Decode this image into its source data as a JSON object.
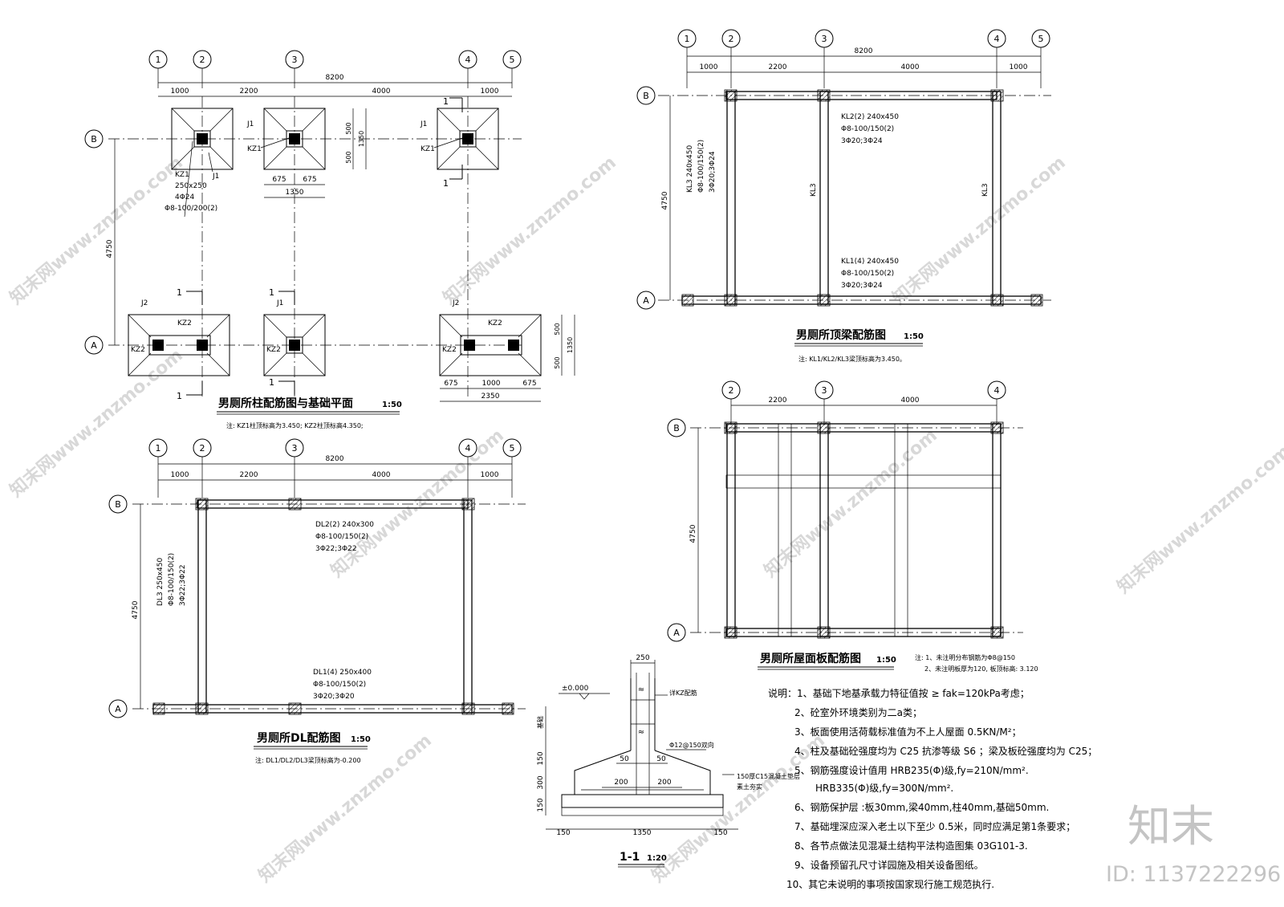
{
  "axes": {
    "n1": "1",
    "n2": "2",
    "n3": "3",
    "n4": "4",
    "n5": "5",
    "A": "A",
    "B": "B"
  },
  "dims": {
    "total": "8200",
    "d1000": "1000",
    "d2200": "2200",
    "d4000": "4000",
    "d4750": "4750",
    "d675": "675",
    "d1350": "1350",
    "d2350": "2350",
    "d500": "500",
    "d50": "50",
    "d150": "150",
    "d250": "250",
    "d200": "200",
    "d300": "300"
  },
  "plan1": {
    "title": "男厕所柱配筋图与基础平面",
    "scale": "1:50",
    "note": "注: KZ1柱顶标高为3.450; KZ2柱顶标高4.350;",
    "labels": {
      "J1": "J1",
      "J2": "J2",
      "KZ1": "KZ1",
      "KZ2": "KZ2",
      "sec": "1"
    },
    "kz1_spec": [
      "KZ1",
      "250x250",
      "4Φ24",
      "Φ8-100/200(2)"
    ]
  },
  "plan2": {
    "title": "男厕所顶梁配筋图",
    "scale": "1:50",
    "note": "注: KL1/KL2/KL3梁顶标高为3.450。",
    "kl2": [
      "KL2(2) 240x450",
      "Φ8-100/150(2)",
      "3Φ20;3Φ24"
    ],
    "kl1": [
      "KL1(4) 240x450",
      "Φ8-100/150(2)",
      "3Φ20;3Φ24"
    ],
    "kl3": [
      "KL3 240x450",
      "Φ8-100/150(2)",
      "3Φ20;3Φ24"
    ],
    "kl3_short": "KL3"
  },
  "plan3": {
    "title": "男厕所DL配筋图",
    "scale": "1:50",
    "note": "注: DL1/DL2/DL3梁顶标高为-0.200",
    "dl2": [
      "DL2(2) 240x300",
      "Φ8-100/150(2)",
      "3Φ22;3Φ22"
    ],
    "dl1": [
      "DL1(4) 250x400",
      "Φ8-100/150(2)",
      "3Φ20;3Φ20"
    ],
    "dl3": [
      "DL3 250x450",
      "Φ8-100/150(2)",
      "3Φ22;3Φ22"
    ]
  },
  "plan4": {
    "title": "男厕所屋面板配筋图",
    "scale": "1:50",
    "note1": "注: 1、未注明分布钢筋为Φ8@150",
    "note2": "2、未注明板厚为120, 板顶标高: 3.120"
  },
  "section": {
    "title": "1-1",
    "scale": "1:20",
    "elev": "±0.000",
    "kz": "详KZ配筋",
    "bar": "Φ12@150双向",
    "cushion": "150厚C15混凝土垫层",
    "soil": "素土夯实",
    "depth": "基础"
  },
  "notes": [
    "说明：1、基础下地基承载力特征值按 ≥ fak=120kPa考虑；",
    "2、砼室外环境类别为二a类；",
    "3、板面使用活荷载标准值为不上人屋面 0.5KN/M²；",
    "4、柱及基础砼强度均为 C25   抗渗等级 S6 ；梁及板砼强度均为 C25；",
    "5、钢筋强度设计值用 HRB235(Φ)级,fy=210N/mm².",
    "HRB335(Φ)级,fy=300N/mm².",
    "6、钢筋保护层 :板30mm,梁40mm,柱40mm,基础50mm.",
    "7、基础埋深应深入老土以下至少 0.5米，同时应满足第1条要求；",
    "8、各节点做法见混凝土结构平法构造图集 03G101-3.",
    "9、设备预留孔尺寸详园施及相关设备图纸。",
    "10、其它未说明的事项按国家现行施工规范执行."
  ],
  "brand": {
    "logo": "知末",
    "id": "ID: 1137222296",
    "watermark": "知末网www.znzmo.com"
  }
}
